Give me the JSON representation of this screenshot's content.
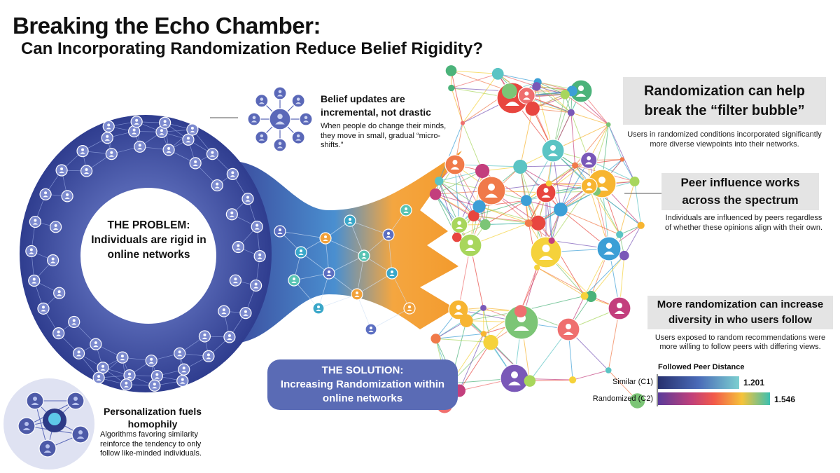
{
  "title": "Breaking the Echo Chamber:",
  "subtitle": "Can Incorporating Randomization Reduce Belief Rigidity?",
  "problem": {
    "heading": "THE PROBLEM:",
    "text": "Individuals are rigid in online networks"
  },
  "solution": {
    "heading": "THE SOLUTION:",
    "text": "Increasing Randomization within online networks"
  },
  "belief_updates": {
    "heading": "Belief updates are incremental, not drastic",
    "text": "When people do change their minds, they move in small, gradual “micro-shifts.”"
  },
  "personalization": {
    "heading": "Personalization fuels homophily",
    "text": "Algorithms favoring similarity reinforce the tendency to only follow like-minded individuals."
  },
  "filter_bubble": {
    "heading": "Randomization can help break the “filter bubble”",
    "text": "Users in randomized conditions incorporated significantly more diverse viewpoints into their networks."
  },
  "peer_influence": {
    "heading": "Peer influence works across the spectrum",
    "text": "Individuals are influenced by peers regardless of whether these opinions align with their own."
  },
  "diversity": {
    "heading": "More randomization can increase diversity in who users follow",
    "text": "Users exposed to random recommendations were more willing to follow peers with differing views."
  },
  "chart_data": {
    "type": "bar",
    "title": "Followed Peer Distance",
    "categories": [
      "Similar (C1)",
      "Randomized (C2)"
    ],
    "values": [
      1.201,
      1.546
    ],
    "value_labels": [
      "1.201",
      "1.546"
    ],
    "xlim": [
      0,
      1.6
    ]
  },
  "colors": {
    "ring": "#3b4a9c",
    "node": "#6b7bc4",
    "orange": "#f39a2c",
    "solution_bg": "#5a6bb5"
  }
}
